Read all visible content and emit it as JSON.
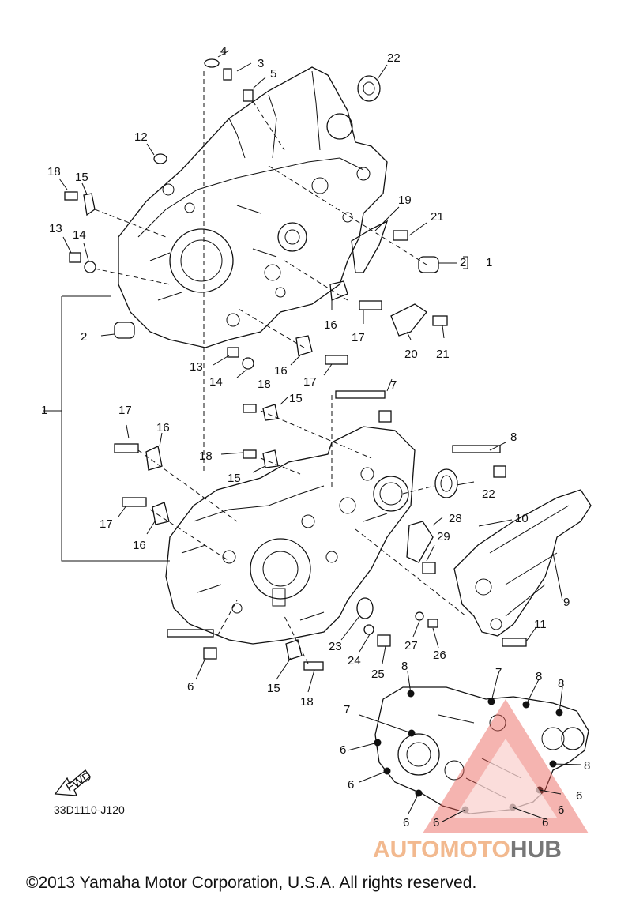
{
  "diagram_code": "33D1110-J120",
  "copyright": "©2013 Yamaha Motor Corporation, U.S.A. All rights reserved.",
  "fwd_label": "FWD",
  "watermark": {
    "part1": "AUTOMOTO",
    "part2": "HUB",
    "color_accent": "#f2b98f",
    "color_text": "#777777",
    "triangle_color": "#e8584f"
  },
  "callouts": {
    "c4": "4",
    "c3": "3",
    "c5": "5",
    "c22a": "22",
    "c12": "12",
    "c18a": "18",
    "c15a": "15",
    "c13a": "13",
    "c14a": "14",
    "c19": "19",
    "c21a": "21",
    "c2a": "2",
    "c1a": "1",
    "c16a": "16",
    "c17a": "17",
    "c20": "20",
    "c21b": "21",
    "c2b": "2",
    "c13b": "13",
    "c16b": "16",
    "c14b": "14",
    "c17b": "17",
    "c1b": "1",
    "c18b": "18",
    "c15b": "15",
    "c7a": "7",
    "c17c": "17",
    "c16c": "16",
    "c8a": "8",
    "c18c": "18",
    "c15c": "15",
    "c22b": "22",
    "c17d": "17",
    "c16d": "16",
    "c28": "28",
    "c10": "10",
    "c29": "29",
    "c9": "9",
    "c11": "11",
    "c27": "27",
    "c23": "23",
    "c24": "24",
    "c26": "26",
    "c25": "25",
    "c6a": "6",
    "c15d": "15",
    "c18d": "18",
    "c8b": "8",
    "c7b": "7",
    "c8c": "8",
    "c8d": "8",
    "c7c": "7",
    "c6b": "6",
    "c8e": "8",
    "c6c": "6",
    "c6d": "6",
    "c6e": "6",
    "c6f": "6",
    "c6g": "6",
    "c6h": "6"
  }
}
